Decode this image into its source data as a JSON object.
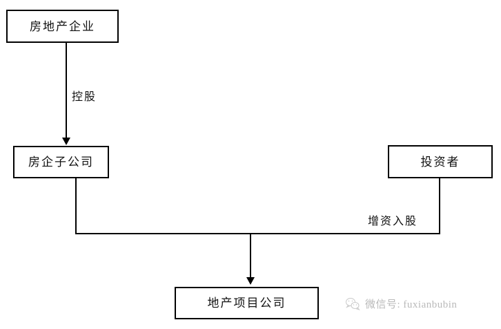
{
  "diagram": {
    "type": "flowchart",
    "background_color": "#ffffff",
    "line_color": "#000000",
    "text_color": "#111111",
    "nodes": [
      {
        "id": "developer",
        "label": "房地产企业"
      },
      {
        "id": "subsidiary",
        "label": "房企子公司"
      },
      {
        "id": "investor",
        "label": "投资者"
      },
      {
        "id": "project",
        "label": "地产项目公司"
      }
    ],
    "edges": [
      {
        "id": "control",
        "from": "developer",
        "to": "subsidiary",
        "label": "控股",
        "arrow": true
      },
      {
        "id": "capital",
        "from": "investor",
        "to": "project",
        "label": "增资入股",
        "arrow": true
      },
      {
        "id": "equity",
        "from": "subsidiary",
        "to": "project",
        "label": "",
        "arrow": true
      }
    ]
  },
  "watermark": {
    "icon": "wechat-icon",
    "text": "微信号: fuxianbubin",
    "color": "#b9b9b9"
  }
}
